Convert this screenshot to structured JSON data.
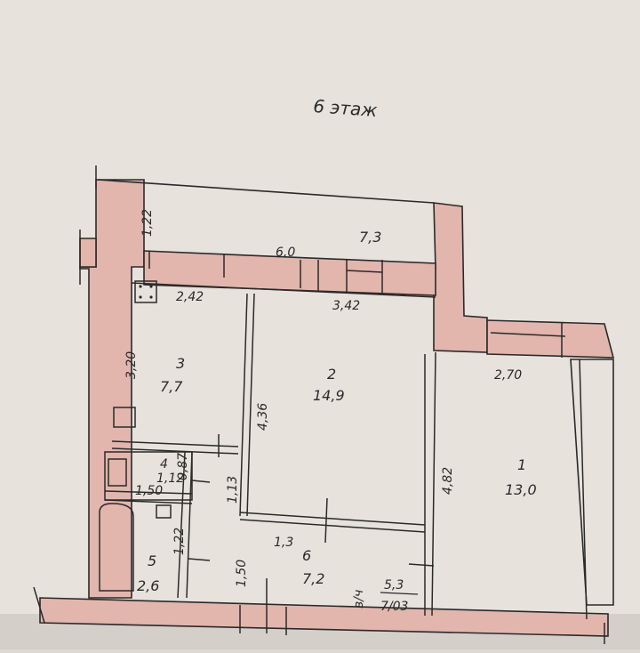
{
  "floor_label": "6 этаж",
  "rooms": [
    {
      "id": "r1",
      "number": "1",
      "area": "13,0"
    },
    {
      "id": "r2",
      "number": "2",
      "area": "14,9"
    },
    {
      "id": "r3",
      "number": "3",
      "area": "7,7"
    },
    {
      "id": "r4",
      "number": "4",
      "area": "1,12"
    },
    {
      "id": "r5",
      "number": "5",
      "area": "2,6"
    },
    {
      "id": "r6",
      "number": "6",
      "area": "7,2"
    },
    {
      "id": "balcony",
      "number": "",
      "area": "7,3"
    }
  ],
  "dimensions": {
    "balcony_width": "6,0",
    "balcony_depth": "1,22",
    "room3_width": "2,42",
    "room3_depth": "3,20",
    "room2_width": "3,42",
    "room2_depth": "4,36",
    "room1_width": "2,70",
    "room1_depth": "4,82",
    "corridor_left": "1,50",
    "corridor_mid": "1,13",
    "corridor_width": "1,3",
    "bath_dim": "1,50",
    "bath_small": "1,22",
    "wc_dim": "0,87",
    "hall_fraction_top": "5,3",
    "hall_fraction_bottom": "7/03",
    "hall_note": "в/ч"
  },
  "colors": {
    "paper": "#e7e3dc",
    "wall_fill": "#e2b6ad",
    "ink": "#2a2a2a"
  },
  "background_ghost_text": []
}
